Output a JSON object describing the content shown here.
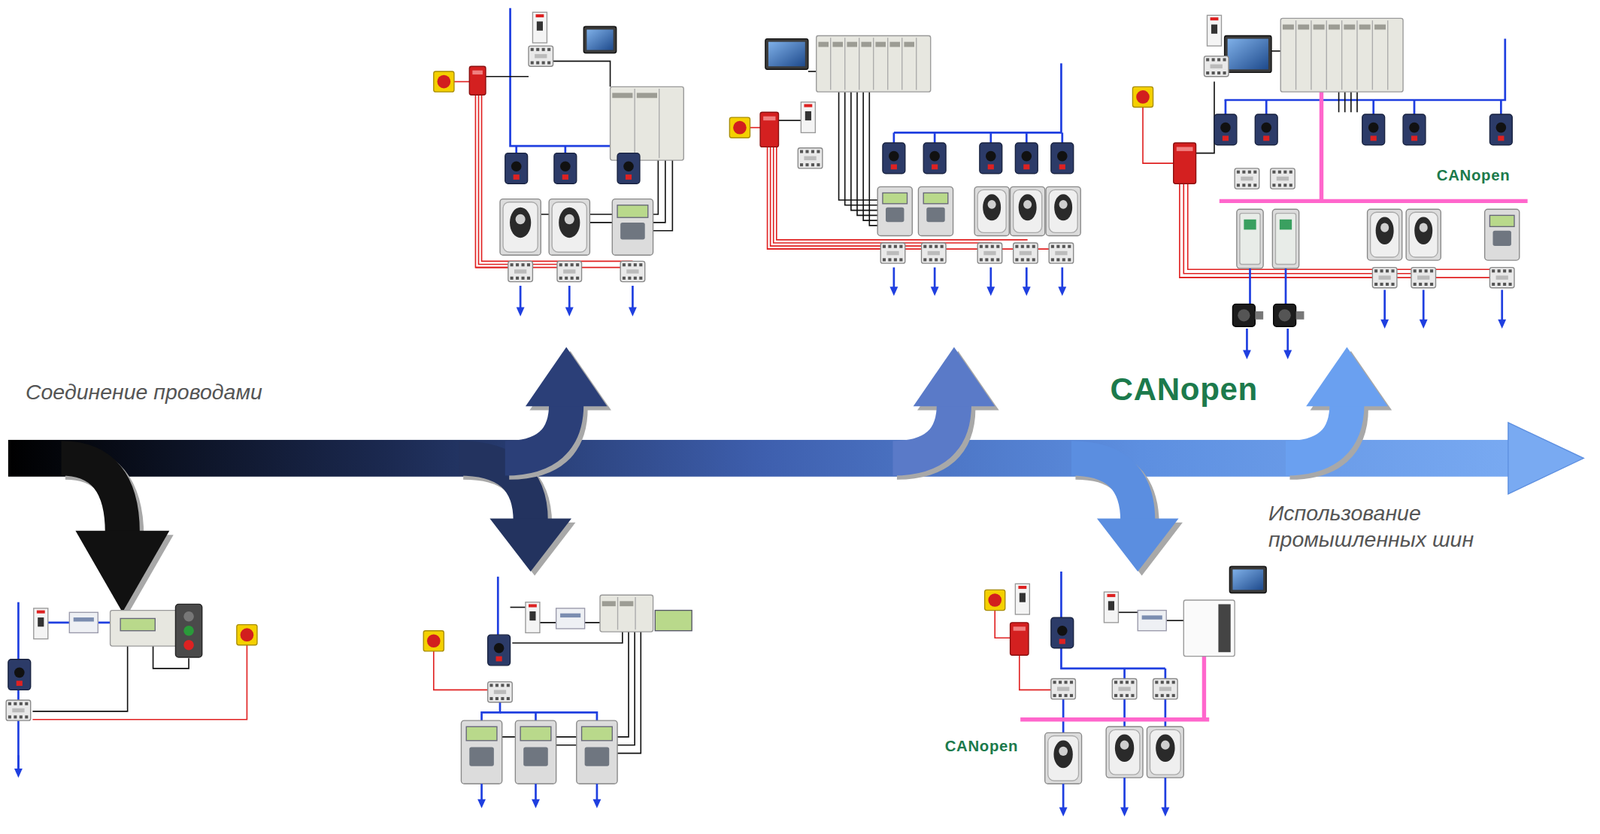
{
  "diagram": {
    "labels": [
      "CANopen",
      "Соединение проводами",
      "CANopen",
      "Использование промышленных шин",
      "CANopen"
    ]
  }
}
